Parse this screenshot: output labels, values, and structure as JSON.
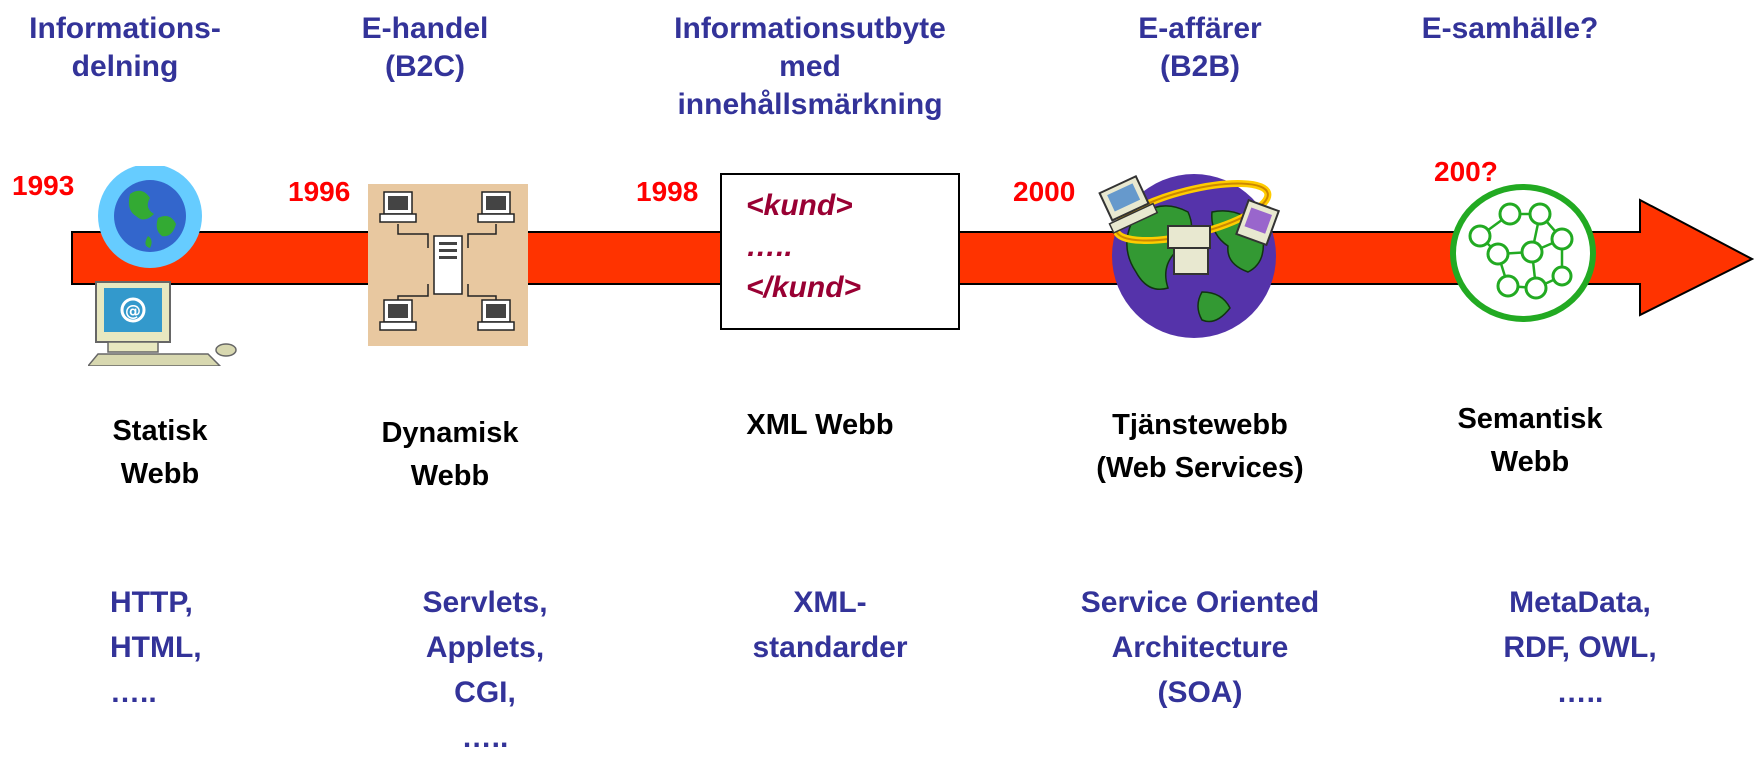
{
  "stages": [
    {
      "era": "Informations-\ndelning",
      "year": "1993",
      "name": "Statisk\nWebb",
      "tech": "HTTP,\nHTML,\n….."
    },
    {
      "era": "E-handel\n(B2C)",
      "year": "1996",
      "name": "Dynamisk\nWebb",
      "tech": "Servlets,\nApplets,\nCGI,\n….."
    },
    {
      "era": "Informationsutbyte\nmed\ninnehållsmärkning",
      "year": "1998",
      "name": "XML Webb",
      "tech": "XML-\nstandarder"
    },
    {
      "era": "E-affärer\n(B2B)",
      "year": "2000",
      "name": "Tjänstewebb\n(Web Services)",
      "tech": "Service Oriented\nArchitecture\n(SOA)"
    },
    {
      "era": "E-samhälle?",
      "year": "200?",
      "name": "Semantisk\nWebb",
      "tech": "MetaData,\nRDF, OWL,\n….."
    }
  ],
  "xml_example": {
    "open": "<kund>",
    "middle": "…..",
    "close": "</kund>"
  },
  "icons": [
    "globe-computer-icon",
    "network-diagram-icon",
    "xml-document-icon",
    "globe-network-icon",
    "semantic-graph-icon"
  ],
  "colors": {
    "timeline_arrow": "#ff3300",
    "years": "#ff0000",
    "headings": "#333399",
    "xml_text": "#990033",
    "semantic_graph": "#22aa22"
  }
}
